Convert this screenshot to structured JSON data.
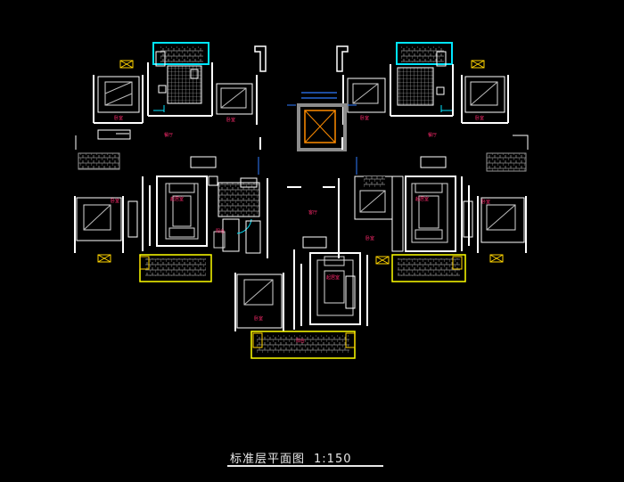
{
  "drawing": {
    "title": "标准层平面图",
    "scale": "1:150",
    "colors": {
      "background": "#000000",
      "wall": "#ffffff",
      "furniture": "#d9d9d9",
      "glass": "#00e5ff",
      "balcony": "#ffff00",
      "hatch": "#8a8a8a",
      "room_label": "#ff2a6d",
      "core": "#8c8c8c",
      "window_marker": "#ffd400",
      "axis": "#2f7bff"
    },
    "room_labels": {
      "bedroom_ul": "卧室",
      "bedroom_upper_mid_left": "卧室",
      "dining_left": "餐厅",
      "bedroom_upper_mid_right": "卧室",
      "dining_right": "餐厅",
      "bedroom_ur": "卧室",
      "bedroom_left": "卧室",
      "living_left": "起居室",
      "balcony_left": "阳台",
      "hall": "客厅",
      "bedroom_center_right": "卧室",
      "living_right": "起居室",
      "bedroom_right": "卧室",
      "living_center": "起居室",
      "bedroom_bottom": "卧室",
      "balcony_bottom": "阳台"
    }
  }
}
